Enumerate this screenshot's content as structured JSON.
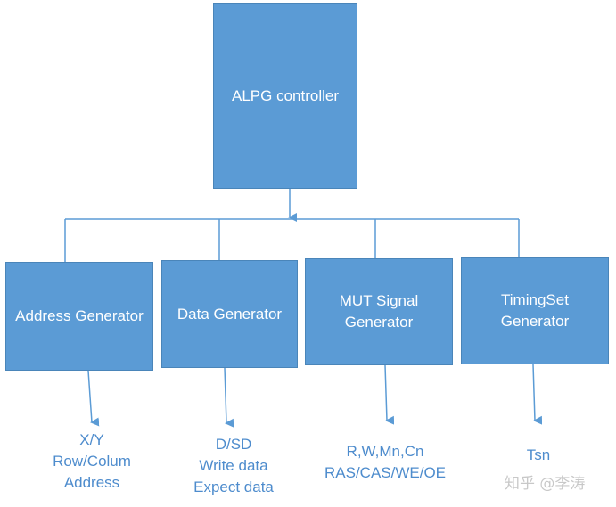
{
  "diagram": {
    "controller": {
      "label": "ALPG controller"
    },
    "generators": [
      {
        "id": "address",
        "lines": [
          "Address Generator"
        ],
        "outputs": [
          "X/Y",
          "Row/Colum",
          "Address"
        ]
      },
      {
        "id": "data",
        "lines": [
          "Data Generator"
        ],
        "outputs": [
          "D/SD",
          "Write data",
          "Expect data"
        ]
      },
      {
        "id": "mut",
        "lines": [
          "MUT Signal",
          "Generator"
        ],
        "outputs": [
          "R,W,Mn,Cn",
          "RAS/CAS/WE/OE"
        ]
      },
      {
        "id": "timing",
        "lines": [
          "TimingSet",
          "Generator"
        ],
        "outputs": [
          "Tsn"
        ]
      }
    ]
  },
  "watermark": "知乎 @李涛",
  "colors": {
    "box_fill": "#5b9bd5",
    "box_text": "#ffffff",
    "line": "#5b9bd5",
    "output_text": "#4e8ccd"
  }
}
